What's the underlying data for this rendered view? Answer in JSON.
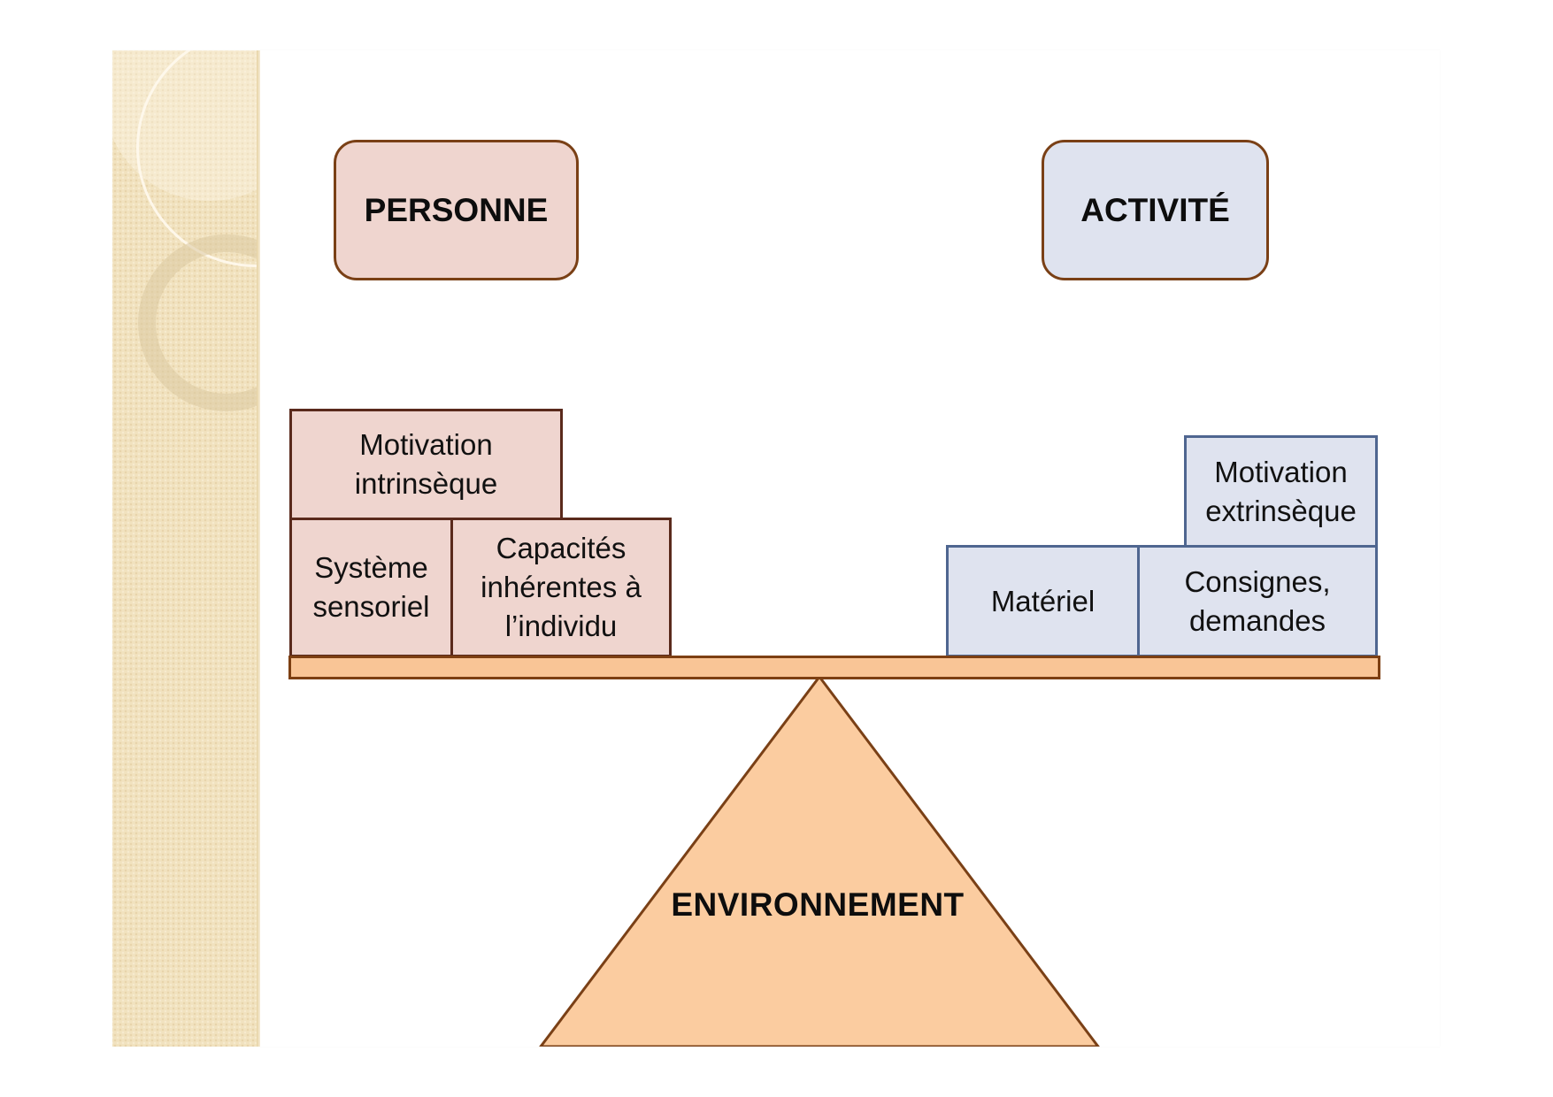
{
  "diagram": {
    "person_label": "PERSONNE",
    "activity_label": "ACTIVITÉ",
    "environment_label": "ENVIRONNEMENT",
    "person_blocks": {
      "motivation_intrinseque": "Motivation\nintrinsèque",
      "systeme_sensoriel": "Système\nsensoriel",
      "capacites": "Capacités\ninhérentes à\nl’individu"
    },
    "activity_blocks": {
      "motivation_extrinseque": "Motivation\nextrinsèque",
      "materiel": "Matériel",
      "consignes": "Consignes,\ndemandes"
    }
  },
  "colors": {
    "person_fill": "#efd5cf",
    "activity_fill": "#dfe3ef",
    "environment_fill": "#fbcca0",
    "outline_brown": "#7a4016",
    "outline_blue": "#4f6690",
    "sidebar": "#f1e2bf"
  }
}
